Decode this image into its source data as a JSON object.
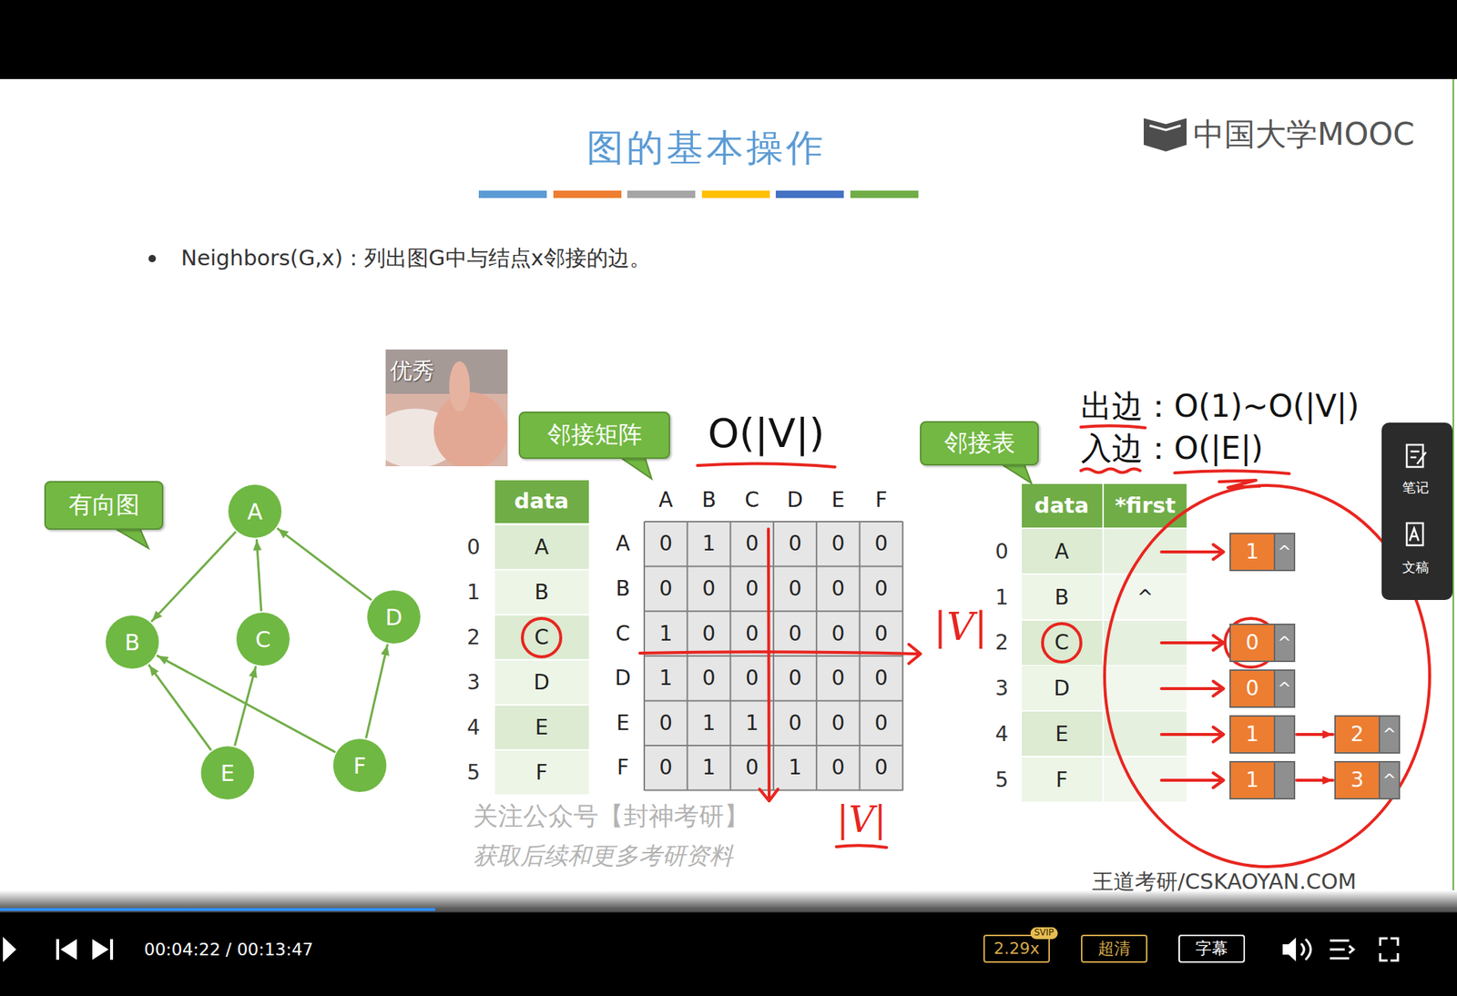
{
  "diagram": {
    "title": "图的基本操作",
    "nodes": [
      {
        "text": [
          "优秀"
        ]
      },
      {
        "text": [
          "邻接矩阵"
        ]
      },
      {
        "text": [
          "邻接表"
        ]
      },
      {
        "text": [
          "有向图"
        ]
      },
      {
        "text": [
          "A"
        ]
      },
      {
        "text": [
          "B"
        ]
      },
      {
        "text": [
          "C"
        ]
      },
      {
        "text": [
          "D"
        ]
      },
      {
        "text": [
          "E"
        ]
      },
      {
        "text": [
          "F"
        ]
      },
      {
        "text": [
          "1",
          "^"
        ]
      },
      {
        "text": [
          "0",
          "^"
        ]
      },
      {
        "text": [
          "0",
          "^"
        ]
      },
      {
        "text": [
          "1"
        ]
      },
      {
        "text": [
          "2",
          "^"
        ]
      },
      {
        "text": [
          "1"
        ]
      },
      {
        "text": [
          "3",
          "^"
        ]
      },
      {
        "text": [
          "2.29x"
        ]
      },
      {
        "text": [
          "超清"
        ]
      },
      {
        "text": [
          "字幕"
        ]
      }
    ],
    "edges": [
      {
        "from": 4,
        "to": 5,
        "arrow": "to"
      },
      {
        "from": 6,
        "to": 4,
        "arrow": "to"
      },
      {
        "from": 7,
        "to": 4,
        "arrow": "to"
      },
      {
        "from": 8,
        "to": 5,
        "arrow": "to"
      },
      {
        "from": 8,
        "to": 6,
        "arrow": "to"
      },
      {
        "from": 9,
        "to": 5,
        "arrow": "to"
      },
      {
        "from": 9,
        "to": 7,
        "arrow": "to"
      },
      {
        "from": 13,
        "to": 14,
        "arrow": "to"
      },
      {
        "from": 15,
        "to": 16,
        "arrow": "to"
      }
    ],
    "labels": [
      "中国大学MOOC",
      "Neighbors(G,x)：列出图G中与结点x邻接的边。",
      "O(|V|)",
      "出边：O(1)~O(|V|)",
      "入边：O(|E|)",
      "data",
      "0",
      "1",
      "2",
      "3",
      "4",
      "5",
      "A",
      "B",
      "C",
      "D",
      "E",
      "F",
      "A",
      "B",
      "C",
      "D",
      "E",
      "F",
      "A",
      "B",
      "C",
      "D",
      "E",
      "F",
      "0",
      "1",
      "0",
      "0",
      "0",
      "0",
      "0",
      "0",
      "0",
      "0",
      "0",
      "0",
      "1",
      "0",
      "0",
      "0",
      "0",
      "0",
      "1",
      "0",
      "0",
      "0",
      "0",
      "0",
      "0",
      "1",
      "1",
      "0",
      "0",
      "0",
      "0",
      "1",
      "0",
      "1",
      "0",
      "0",
      "data",
      "*first",
      "0",
      "1",
      "2",
      "3",
      "4",
      "5",
      "A",
      "B",
      "C",
      "D",
      "E",
      "F",
      "^",
      "|V|",
      "|V|",
      "关注公众号【封神考研】",
      "获取后续和更多考研资料",
      "王道考研/CSKAOYAN.COM",
      "笔记",
      "文稿",
      "00:04:22 / 00:13:47",
      "SVIP"
    ]
  }
}
